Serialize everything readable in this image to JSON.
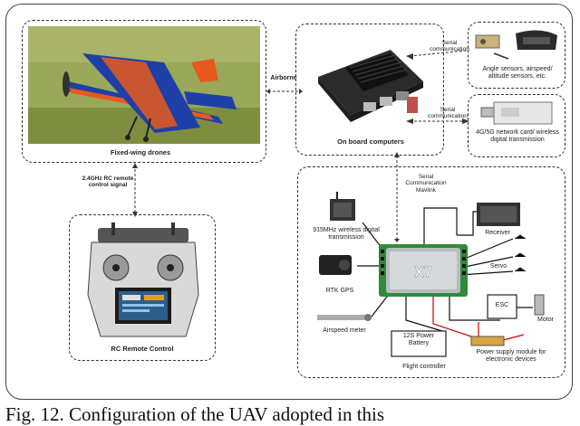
{
  "labels": {
    "drone": "Fixed-wing drones",
    "airborne": "Airborne",
    "rc_link": "2.4GHz RC remote control signal",
    "rc": "RC Remote Control",
    "computers": "On board computers",
    "serial1": "Serial communication",
    "sensors": "Angle sensors, airspeed/ altitude sensors, etc.",
    "serial2": "Serial communication",
    "network": "4G/5G network card/ wireless digital transmission",
    "mavlink": "Serial Communication Mavlink",
    "wireless": "915MHz wireless digital transmission",
    "rtk": "RTK GPS",
    "airspeed": "Airspeed meter",
    "battery": "12S Power Battery",
    "fc": "Flight controller",
    "fc_chip": "X7",
    "receiver": "Receiver",
    "servo": "Servo",
    "esc": "ESC",
    "motor": "Motor",
    "power": "Power supply module for electronic devices"
  },
  "caption": "Fig. 12. Configuration of the UAV adopted in this",
  "colors": {
    "frame": "#444444",
    "wing_blue": "#1f3fa8",
    "wing_orange": "#e8591c",
    "grass": "#8a9a4a",
    "board": "#2b2b2b",
    "fc_green": "#2e8b3a"
  }
}
